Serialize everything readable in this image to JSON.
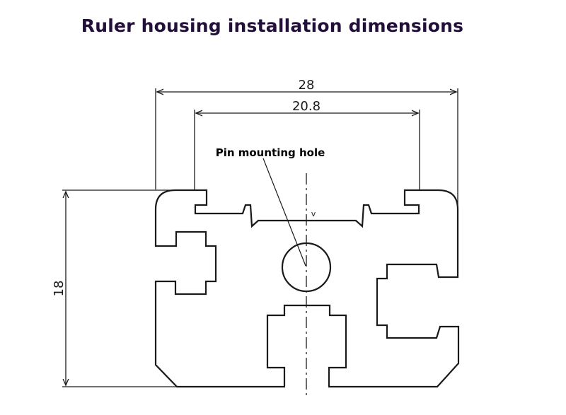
{
  "title": "Ruler housing installation dimensions",
  "dimensions": {
    "overall_width": "28",
    "slot_width": "20.8",
    "height": "18"
  },
  "callout": {
    "label": "Pin mounting hole"
  },
  "centerline_mark": "v",
  "colors": {
    "title": "#23103a",
    "line": "#1a1a1a",
    "background": "#ffffff"
  }
}
